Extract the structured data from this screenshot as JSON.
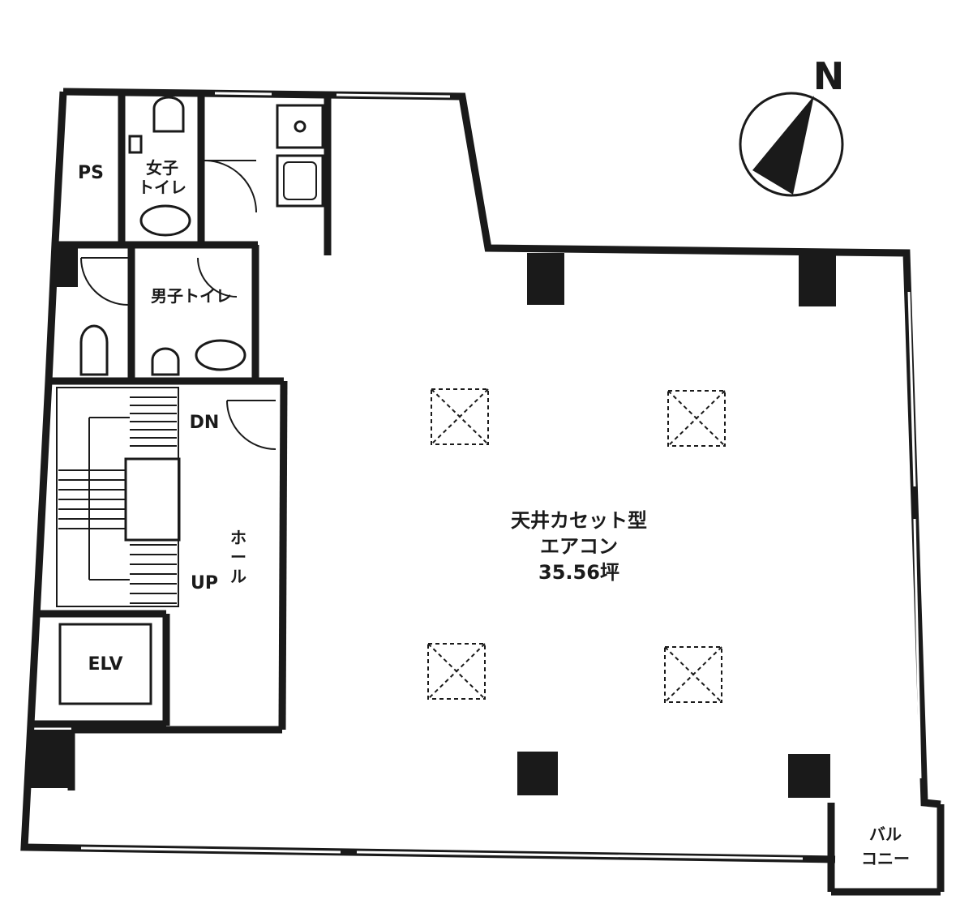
{
  "compass": {
    "north_label": "N"
  },
  "rooms": {
    "ps": "PS",
    "womens_toilet": [
      "女子",
      "トイレ"
    ],
    "mens_toilet": "男子トイレ",
    "stair_down": "DN",
    "stair_up": "UP",
    "hall": [
      "ホ",
      "ー",
      "ル"
    ],
    "elevator": "ELV",
    "balcony": [
      "バル",
      "コニー"
    ]
  },
  "main_room": {
    "ac_line1": "天井カセット型",
    "ac_line2": "エアコン",
    "area": "35.56坪"
  }
}
